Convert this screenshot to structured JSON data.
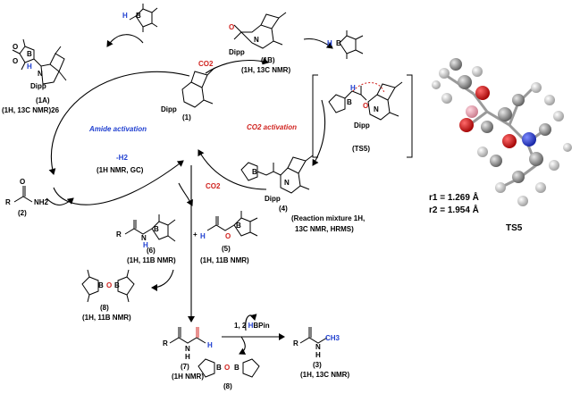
{
  "colors": {
    "red": "#d0231f",
    "blue": "#1f3fd0",
    "pink": "#e6a3b3",
    "gray": "#8c8c8c"
  },
  "compounds": {
    "c1": {
      "id": "(1)",
      "dipp": "Dipp"
    },
    "c1A": {
      "id": "(1A)",
      "nmr": "(1H, 13C NMR)26",
      "h": "H",
      "b": "B",
      "n": "N",
      "o1": "O",
      "o2": "O",
      "dipp": "Dipp"
    },
    "c1B": {
      "id": "(1B)",
      "nmr": "(1H, 13C NMR)",
      "dipp": "Dipp",
      "o": "O",
      "n": "N"
    },
    "ts5": {
      "id": "(TS5)",
      "h": "H",
      "b": "B",
      "n": "N",
      "o": "O",
      "dipp": "Dipp"
    },
    "c4": {
      "id": "(4)",
      "nmr": "(Reaction mixture 1H,",
      "nmr2": "13C NMR, HRMS)",
      "dipp": "Dipp",
      "b": "B",
      "n": "N"
    },
    "c2": {
      "id": "(2)",
      "r": "R",
      "nh2": "NH2",
      "o": "O"
    },
    "c6": {
      "id": "(6)",
      "nmr": "(1H, 11B NMR)",
      "r": "R",
      "n": "N",
      "h": "H",
      "b": "B"
    },
    "c5": {
      "id": "(5)",
      "nmr": "(1H, 11B NMR)",
      "h": "H",
      "b": "B",
      "o": "O"
    },
    "c8": {
      "id": "(8)",
      "nmr": "(1H, 11B NMR)",
      "b1": "B",
      "o": "O",
      "b2": "B"
    },
    "c8b": {
      "id": "(8)",
      "b1": "B",
      "o": "O",
      "b2": "B"
    },
    "c7": {
      "id": "(7)",
      "nmr": "(1H NMR)",
      "r": "R",
      "n": "N",
      "h": "H",
      "h2": "H"
    },
    "c3": {
      "id": "(3)",
      "nmr": "(1H, 13C NMR)",
      "r": "R",
      "n": "N",
      "h": "H",
      "ch3": "CH3"
    },
    "hbpin": {
      "h": "H",
      "b": "B"
    }
  },
  "labels": {
    "amide_activation": "Amide activation",
    "co2_activation": "CO2 activation",
    "co2_top": "CO2",
    "co2_mid": "CO2",
    "h2_release": "-H2",
    "h2_nmr": "(1H NMR, GC)",
    "plus": "+",
    "reagent_prefix": "1, 2 ",
    "reagent_h": "H",
    "reagent_suffix": "BPin"
  },
  "ts_model": {
    "r1": "r1 = 1.269 Å",
    "r2": "r2 = 1.954 Å",
    "name": "TS5"
  }
}
